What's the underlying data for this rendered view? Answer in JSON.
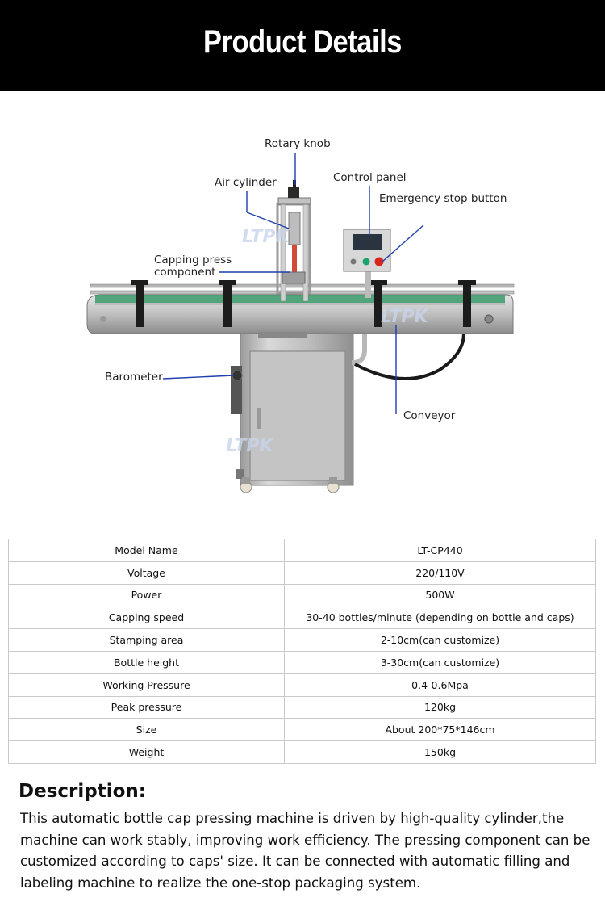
{
  "header": {
    "title": "Product Details"
  },
  "figure": {
    "watermark": "LTPK",
    "callouts": {
      "rotary_knob": "Rotary knob",
      "air_cylinder": "Air cylinder",
      "control_panel": "Control panel",
      "emergency_stop": "Emergency stop button",
      "capping_press_line1": "Capping press",
      "capping_press_line2": "component",
      "barometer": "Barometer",
      "conveyor": "Conveyor"
    },
    "colors": {
      "callout_line": "#1f3fae",
      "steel": "#c8c8c8",
      "stop_button": "#d9251c",
      "start_button": "#1aa36b",
      "conveyor_belt": "#3a9a6a"
    }
  },
  "specs": {
    "rows": [
      {
        "key": "Model Name",
        "value": "LT-CP440"
      },
      {
        "key": "Voltage",
        "value": "220/110V"
      },
      {
        "key": "Power",
        "value": "500W"
      },
      {
        "key": "Capping speed",
        "value": "30-40 bottles/minute (depending on bottle and caps)"
      },
      {
        "key": "Stamping area",
        "value": "2-10cm(can customize)"
      },
      {
        "key": "Bottle height",
        "value": "3-30cm(can customize)"
      },
      {
        "key": "Working Pressure",
        "value": "0.4-0.6Mpa"
      },
      {
        "key": "Peak pressure",
        "value": "120kg"
      },
      {
        "key": "Size",
        "value": "About 200*75*146cm"
      },
      {
        "key": "Weight",
        "value": "150kg"
      }
    ]
  },
  "description": {
    "title": "Description:",
    "body": "This automatic bottle cap pressing machine is driven by high-quality cylinder,the machine can work stably, improving work efficiency. The pressing component can be customized according to caps' size. It can be connected with automatic filling and labeling machine to realize the one-stop packaging system."
  }
}
